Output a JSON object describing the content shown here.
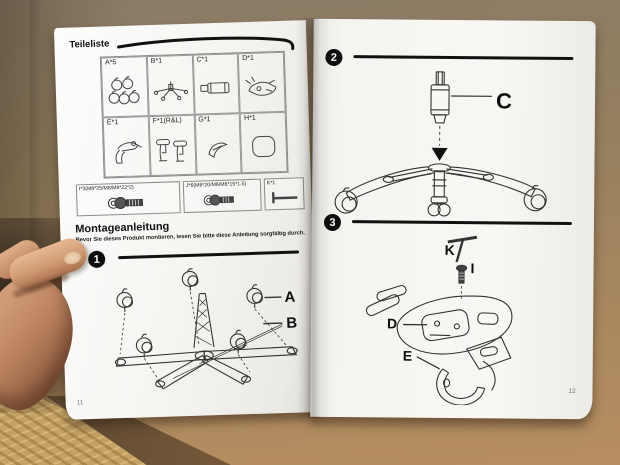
{
  "left_page": {
    "page_number": "11",
    "title": "Teileliste",
    "parts": [
      {
        "label": "A*5",
        "icon": "casters-icon"
      },
      {
        "label": "B*1",
        "icon": "star-base-icon"
      },
      {
        "label": "C*1",
        "icon": "gas-lift-icon"
      },
      {
        "label": "D*1",
        "icon": "seat-mechanism-icon"
      },
      {
        "label": "E*1",
        "icon": "backrest-bracket-icon"
      },
      {
        "label": "F*1(R&L)",
        "icon": "armrests-icon"
      },
      {
        "label": "G*1",
        "icon": "plastic-cover-icon"
      },
      {
        "label": "H*1",
        "icon": "pad-icon"
      }
    ],
    "fasteners": [
      {
        "label": "I*3(M8*25/M8/M8*22*2)",
        "icon": "bolt-icon"
      },
      {
        "label": "J*6(M6*20/M6/M6*15*1.5)",
        "icon": "bolt-icon"
      },
      {
        "label": "K*1",
        "icon": "allen-key-icon"
      }
    ],
    "section_heading": "Montageanleitung",
    "section_note": "Bevor Sie dieses Produkt montieren, lesen Sie bitte diese Anleitung sorgfältig durch.",
    "step1": {
      "number": "1",
      "labels": {
        "a": "A",
        "b": "B"
      }
    }
  },
  "right_page": {
    "page_number": "12",
    "step2": {
      "number": "2",
      "label_c": "C"
    },
    "step3": {
      "number": "3",
      "labels": {
        "k": "K",
        "i": "I",
        "d": "D",
        "e": "E"
      }
    }
  },
  "colors": {
    "cardboard_top": "#8b7b66",
    "cardboard_bottom": "#b78e60",
    "page": "#f6f5f2",
    "ink": "#111111",
    "skin": "#c08764",
    "wood": "#c5a263"
  }
}
